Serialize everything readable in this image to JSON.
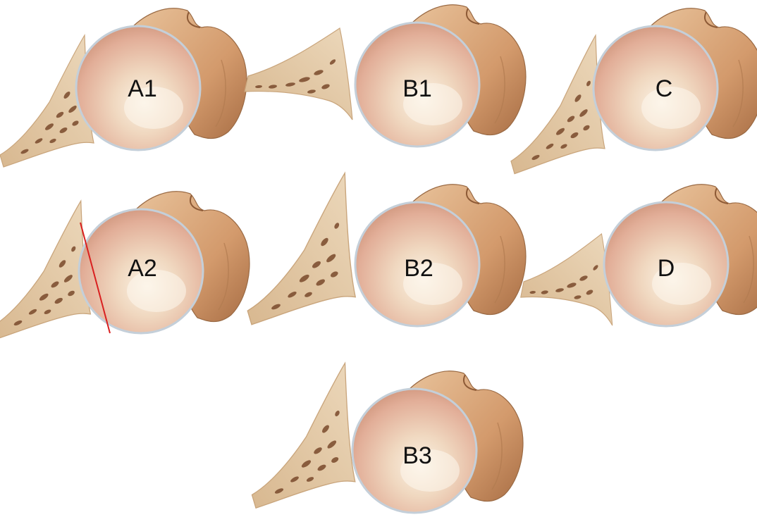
{
  "panels": [
    {
      "id": "A1",
      "label": "A1"
    },
    {
      "id": "A2",
      "label": "A2"
    },
    {
      "id": "B1",
      "label": "B1"
    },
    {
      "id": "B2",
      "label": "B2"
    },
    {
      "id": "B3",
      "label": "B3"
    },
    {
      "id": "C",
      "label": "C"
    },
    {
      "id": "D",
      "label": "D"
    }
  ],
  "colors": {
    "background": "#ffffff",
    "bone": "#e3c9a4",
    "bone_edge": "#c9a57c",
    "trabecular_pores": "#7a4a2c",
    "humeral_head_light": "#f5e6d2",
    "humeral_head_mid": "#e1ad96",
    "humeral_head_dark": "#c58a70",
    "tuberosity": "#d9a877",
    "tuberosity_shadow": "#a86e45",
    "cartilage_rim": "#b8c8d8",
    "reference_line": "#d92020",
    "label_text": "#111111"
  }
}
